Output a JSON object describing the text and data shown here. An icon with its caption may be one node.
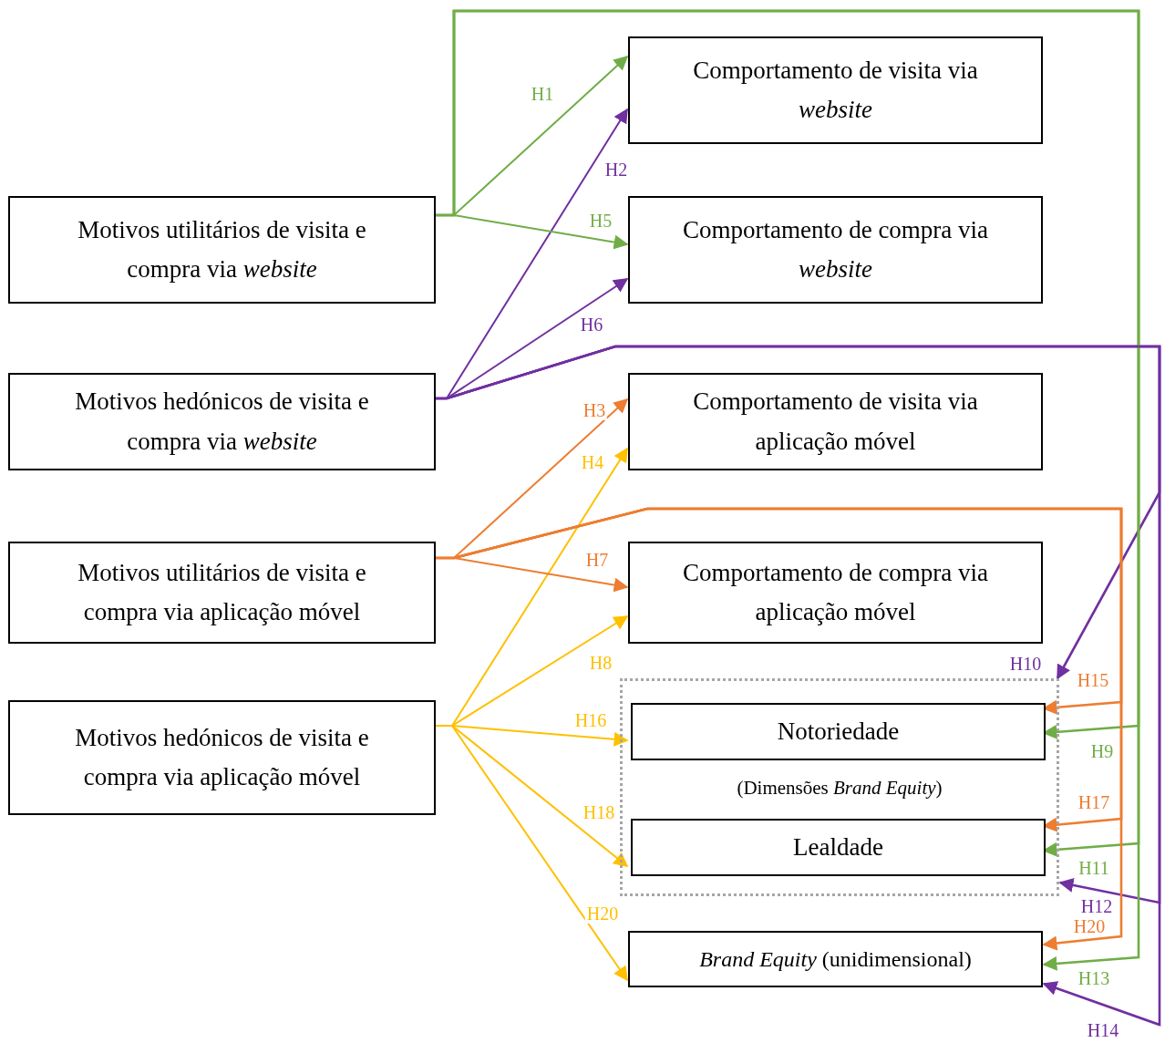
{
  "diagram": {
    "nodes": [
      {
        "text": [
          "Motivos utilitários de visita e compra via *website*"
        ]
      },
      {
        "text": [
          "Motivos hedónicos de visita e compra via *website*"
        ]
      },
      {
        "text": [
          "Motivos utilitários de visita e compra via aplicação móvel"
        ]
      },
      {
        "text": [
          "Motivos hedónicos de visita e compra via aplicação móvel"
        ]
      },
      {
        "text": [
          "Comportamento de visita via *website*"
        ]
      },
      {
        "text": [
          "Comportamento de compra via *website*"
        ]
      },
      {
        "text": [
          "Comportamento de visita via aplicação móvel"
        ]
      },
      {
        "text": [
          "Comportamento de compra via aplicação móvel"
        ]
      },
      {
        "text": [
          "(Dimensões *Brand Equity*)"
        ]
      },
      {
        "text": [
          "Notoriedade"
        ],
        "in": 8
      },
      {
        "text": [
          "Lealdade"
        ],
        "in": 8
      },
      {
        "text": [
          "*Brand Equity* (unidimensional)"
        ]
      }
    ],
    "edges": [
      {
        "from": 0,
        "to": 4,
        "arrow": "to",
        "label": "H1",
        "color": "#70ad47"
      },
      {
        "from": 1,
        "to": 4,
        "arrow": "to",
        "label": "H2",
        "color": "#7030a0"
      },
      {
        "from": 2,
        "to": 6,
        "arrow": "to",
        "label": "H3",
        "color": "#ed7d31"
      },
      {
        "from": 3,
        "to": 6,
        "arrow": "to",
        "label": "H4",
        "color": "#ffc000"
      },
      {
        "from": 0,
        "to": 5,
        "arrow": "to",
        "label": "H5",
        "color": "#70ad47"
      },
      {
        "from": 1,
        "to": 5,
        "arrow": "to",
        "label": "H6",
        "color": "#7030a0"
      },
      {
        "from": 2,
        "to": 7,
        "arrow": "to",
        "label": "H7",
        "color": "#ed7d31"
      },
      {
        "from": 3,
        "to": 7,
        "arrow": "to",
        "label": "H8",
        "color": "#ffc000"
      },
      {
        "from": 0,
        "to": 9,
        "arrow": "to",
        "label": "H9",
        "color": "#70ad47"
      },
      {
        "from": 1,
        "to": 8,
        "arrow": "to",
        "label": "H10",
        "color": "#7030a0"
      },
      {
        "from": 0,
        "to": 10,
        "arrow": "to",
        "label": "H11",
        "color": "#70ad47"
      },
      {
        "from": 1,
        "to": 8,
        "arrow": "to",
        "label": "H12",
        "color": "#7030a0"
      },
      {
        "from": 0,
        "to": 11,
        "arrow": "to",
        "label": "H13",
        "color": "#70ad47"
      },
      {
        "from": 1,
        "to": 11,
        "arrow": "to",
        "label": "H14",
        "color": "#7030a0"
      },
      {
        "from": 2,
        "to": 9,
        "arrow": "to",
        "label": "H15",
        "color": "#ed7d31"
      },
      {
        "from": 3,
        "to": 9,
        "arrow": "to",
        "label": "H16",
        "color": "#ffc000"
      },
      {
        "from": 2,
        "to": 10,
        "arrow": "to",
        "label": "H17",
        "color": "#ed7d31"
      },
      {
        "from": 3,
        "to": 10,
        "arrow": "to",
        "label": "H18",
        "color": "#ffc000"
      },
      {
        "from": 2,
        "to": 11,
        "arrow": "to",
        "label": "H20",
        "color": "#ed7d31"
      },
      {
        "from": 3,
        "to": 11,
        "arrow": "to",
        "label": "H20",
        "color": "#ffc000"
      }
    ]
  }
}
